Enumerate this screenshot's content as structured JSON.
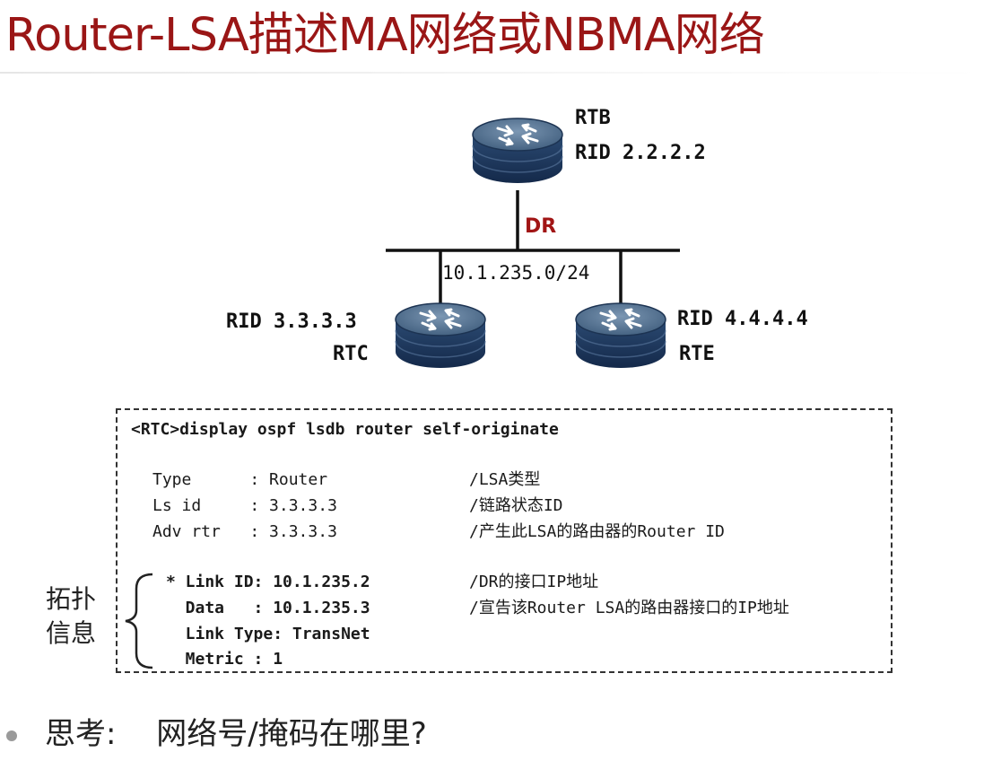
{
  "title": "Router-LSA描述MA网络或NBMA网络",
  "topology": {
    "network_label": "10.1.235.0/24",
    "dr_label": "DR",
    "routers": [
      {
        "name": "RTB",
        "rid": "RID 2.2.2.2"
      },
      {
        "name": "RTC",
        "rid": "RID 3.3.3.3"
      },
      {
        "name": "RTE",
        "rid": "RID 4.4.4.4"
      }
    ],
    "colors": {
      "router_top": "#4f6f8f",
      "router_body": "#203a5e",
      "title": "#9a1616",
      "dr": "#a11515"
    }
  },
  "cli": {
    "command": "<RTC>display ospf lsdb router self-originate",
    "lines": [
      {
        "text": "Type      : Router",
        "comment": "/LSA类型"
      },
      {
        "text": "Ls id     : 3.3.3.3",
        "comment": "/链路状态ID"
      },
      {
        "text": "Adv rtr   : 3.3.3.3",
        "comment": "/产生此LSA的路由器的Router ID"
      }
    ],
    "link_lines": [
      {
        "text": "* Link ID: 10.1.235.2",
        "comment": "/DR的接口IP地址"
      },
      {
        "text": "  Data   : 10.1.235.3",
        "comment": "/宣告该Router LSA的路由器接口的IP地址"
      },
      {
        "text": "  Link Type: TransNet",
        "comment": ""
      },
      {
        "text": "  Metric : 1",
        "comment": ""
      }
    ]
  },
  "side_label": {
    "line1": "拓扑",
    "line2": "信息"
  },
  "bullet": {
    "text": "思考:　 网络号/掩码在哪里?"
  }
}
